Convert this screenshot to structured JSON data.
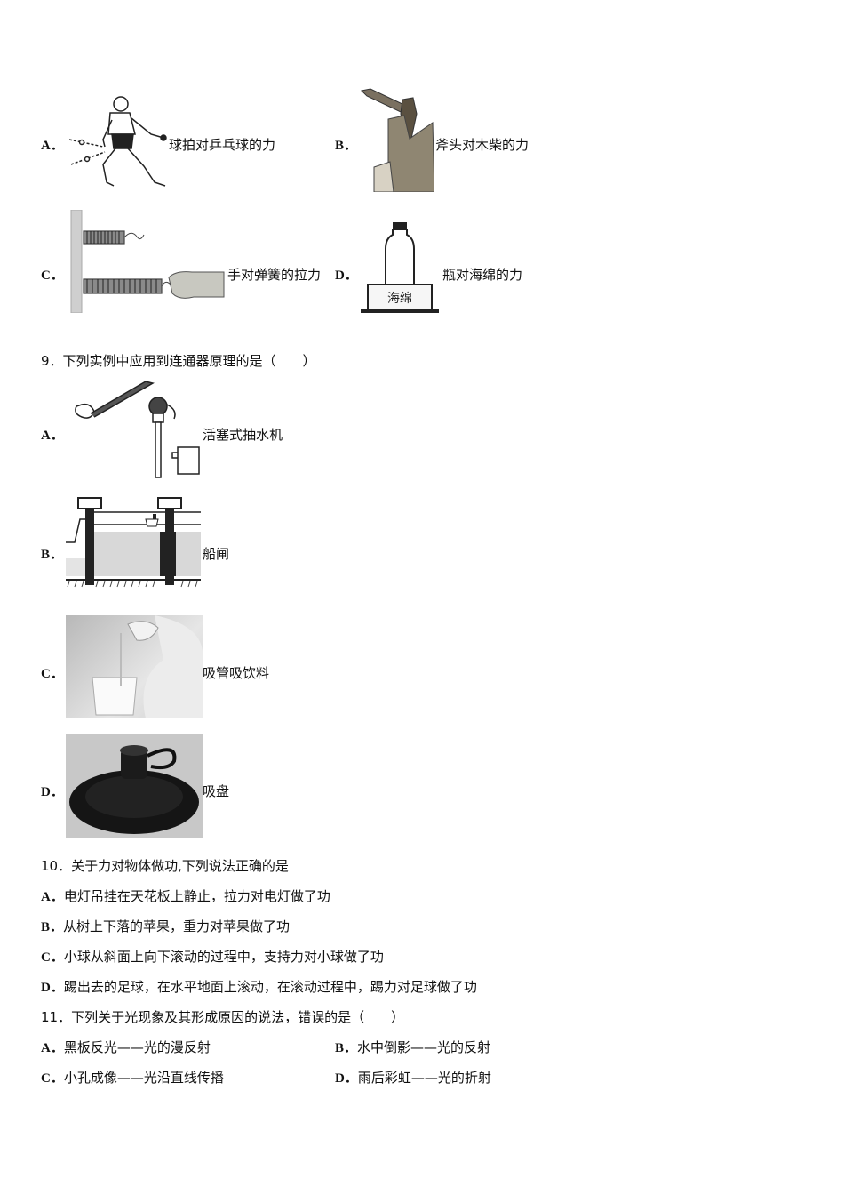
{
  "q8_options": {
    "A": {
      "label": "A．",
      "text": "球拍对乒乓球的力",
      "figure": "ping-pong-player"
    },
    "B": {
      "label": "B．",
      "text": "斧头对木柴的力",
      "figure": "axe-in-wood"
    },
    "C": {
      "label": "C．",
      "text": "手对弹簧的拉力",
      "figure": "hand-pulling-spring"
    },
    "D": {
      "label": "D．",
      "text": "瓶对海绵的力",
      "figure": "bottle-on-sponge",
      "sponge_label": "海绵"
    }
  },
  "q9": {
    "stem": "9．下列实例中应用到连通器原理的是（　　）",
    "options": [
      {
        "label": "A．",
        "text": "活塞式抽水机",
        "figure": "piston-water-pump"
      },
      {
        "label": "B．",
        "text": "船闸",
        "figure": "ship-lock"
      },
      {
        "label": "C．",
        "text": "吸管吸饮料",
        "figure": "drinking-straw-photo"
      },
      {
        "label": "D．",
        "text": "吸盘",
        "figure": "suction-cup-photo"
      }
    ]
  },
  "q10": {
    "stem": "10．关于力对物体做功,下列说法正确的是",
    "options": [
      {
        "label": "A．",
        "text": "电灯吊挂在天花板上静止，拉力对电灯做了功"
      },
      {
        "label": "B．",
        "text": "从树上下落的苹果，重力对苹果做了功"
      },
      {
        "label": "C．",
        "text": "小球从斜面上向下滚动的过程中，支持力对小球做了功"
      },
      {
        "label": "D．",
        "text": "踢出去的足球，在水平地面上滚动，在滚动过程中，踢力对足球做了功"
      }
    ]
  },
  "q11": {
    "stem": "11．下列关于光现象及其形成原因的说法，错误的是（　　）",
    "options": [
      {
        "label": "A．",
        "text": "黑板反光——光的漫反射"
      },
      {
        "label": "B．",
        "text": "水中倒影——光的反射"
      },
      {
        "label": "C．",
        "text": "小孔成像——光沿直线传播"
      },
      {
        "label": "D．",
        "text": "雨后彩虹——光的折射"
      }
    ]
  }
}
